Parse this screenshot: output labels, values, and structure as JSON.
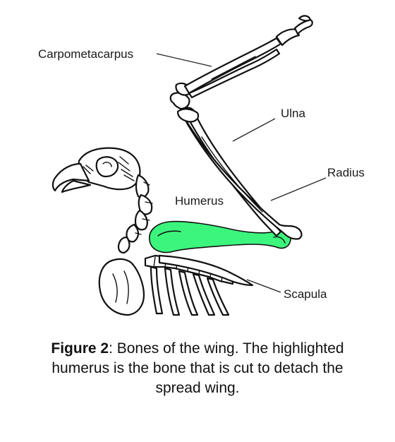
{
  "labels": {
    "carpometacarpus": "Carpometacarpus",
    "ulna": "Ulna",
    "radius": "Radius",
    "humerus": "Humerus",
    "scapula": "Scapula"
  },
  "caption": {
    "figure_label": "Figure 2",
    "separator": ": ",
    "text": "Bones of the wing. The highlighted humerus is the bone that is cut to detach the spread wing."
  },
  "colors": {
    "highlight": "#3cf57d",
    "ink": "#111111",
    "background": "#ffffff"
  }
}
